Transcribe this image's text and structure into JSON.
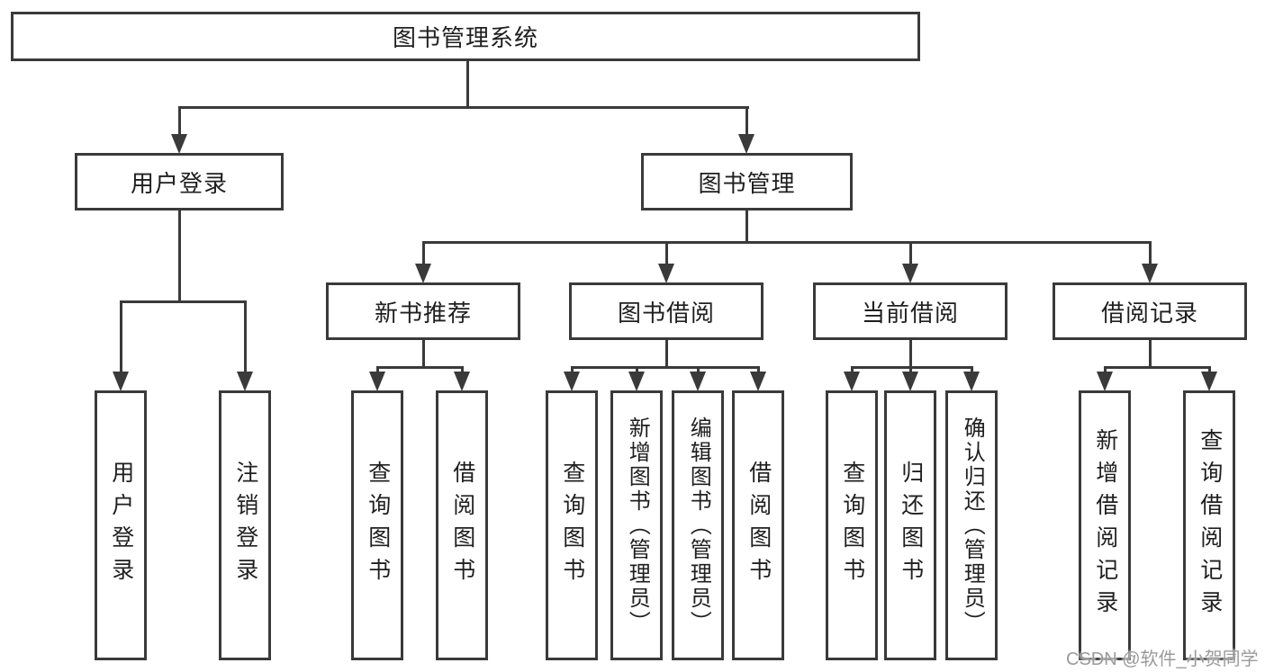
{
  "diagram": {
    "root": "图书管理系统",
    "level2": {
      "user_login": "用户登录",
      "book_management": "图书管理"
    },
    "level3": {
      "new_books": "新书推荐",
      "book_borrow": "图书借阅",
      "current_borrow": "当前借阅",
      "borrow_records": "借阅记录"
    },
    "leaves": {
      "user_login": [
        "用户登录",
        "注销登录"
      ],
      "new_books": [
        "查询图书",
        "借阅图书"
      ],
      "book_borrow": [
        "查询图书",
        "新增图书（管理员）",
        "编辑图书（管理员）",
        "借阅图书"
      ],
      "current_borrow": [
        "查询图书",
        "归还图书",
        "确认归还（管理员）"
      ],
      "borrow_records": [
        "新增借阅记录",
        "查询借阅记录"
      ]
    }
  },
  "watermark": "CSDN @软件_小贺同学",
  "colors": {
    "line": "#3a3a3a",
    "text": "#1f1f1f",
    "box_background": "#ffffff",
    "watermark": "#9b9b9b"
  }
}
